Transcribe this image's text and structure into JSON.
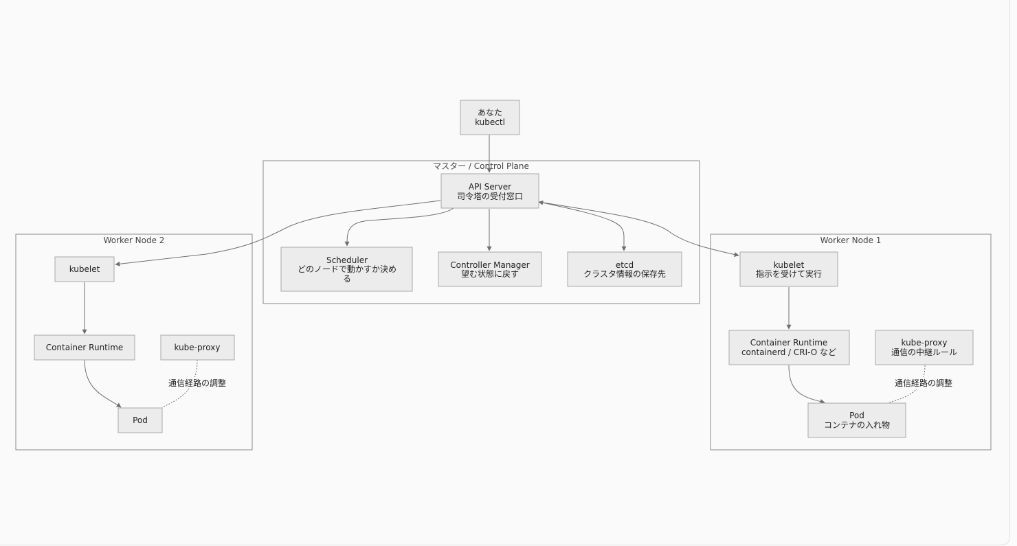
{
  "clusters": {
    "control_plane": "マスター / Control Plane",
    "worker1": "Worker Node 1",
    "worker2": "Worker Node 2"
  },
  "nodes": {
    "you": [
      "あなた",
      "kubectl"
    ],
    "api": [
      "API Server",
      "司令塔の受付窓口"
    ],
    "scheduler": [
      "Scheduler",
      "どのノードで動かすか決め",
      "る"
    ],
    "cm": [
      "Controller Manager",
      "望む状態に戻す"
    ],
    "etcd": [
      "etcd",
      "クラスタ情報の保存先"
    ],
    "w1_kubelet": [
      "kubelet",
      "指示を受けて実行"
    ],
    "w1_runtime": [
      "Container Runtime",
      "containerd / CRI-O など"
    ],
    "w1_proxy": [
      "kube-proxy",
      "通信の中継ルール"
    ],
    "w1_pod": [
      "Pod",
      "コンテナの入れ物"
    ],
    "w2_kubelet": [
      "kubelet"
    ],
    "w2_runtime": [
      "Container Runtime"
    ],
    "w2_proxy": [
      "kube-proxy"
    ],
    "w2_pod": [
      "Pod"
    ]
  },
  "edge_labels": {
    "w1_proxy_pod": "通信経路の調整",
    "w2_proxy_pod": "通信経路の調整"
  }
}
